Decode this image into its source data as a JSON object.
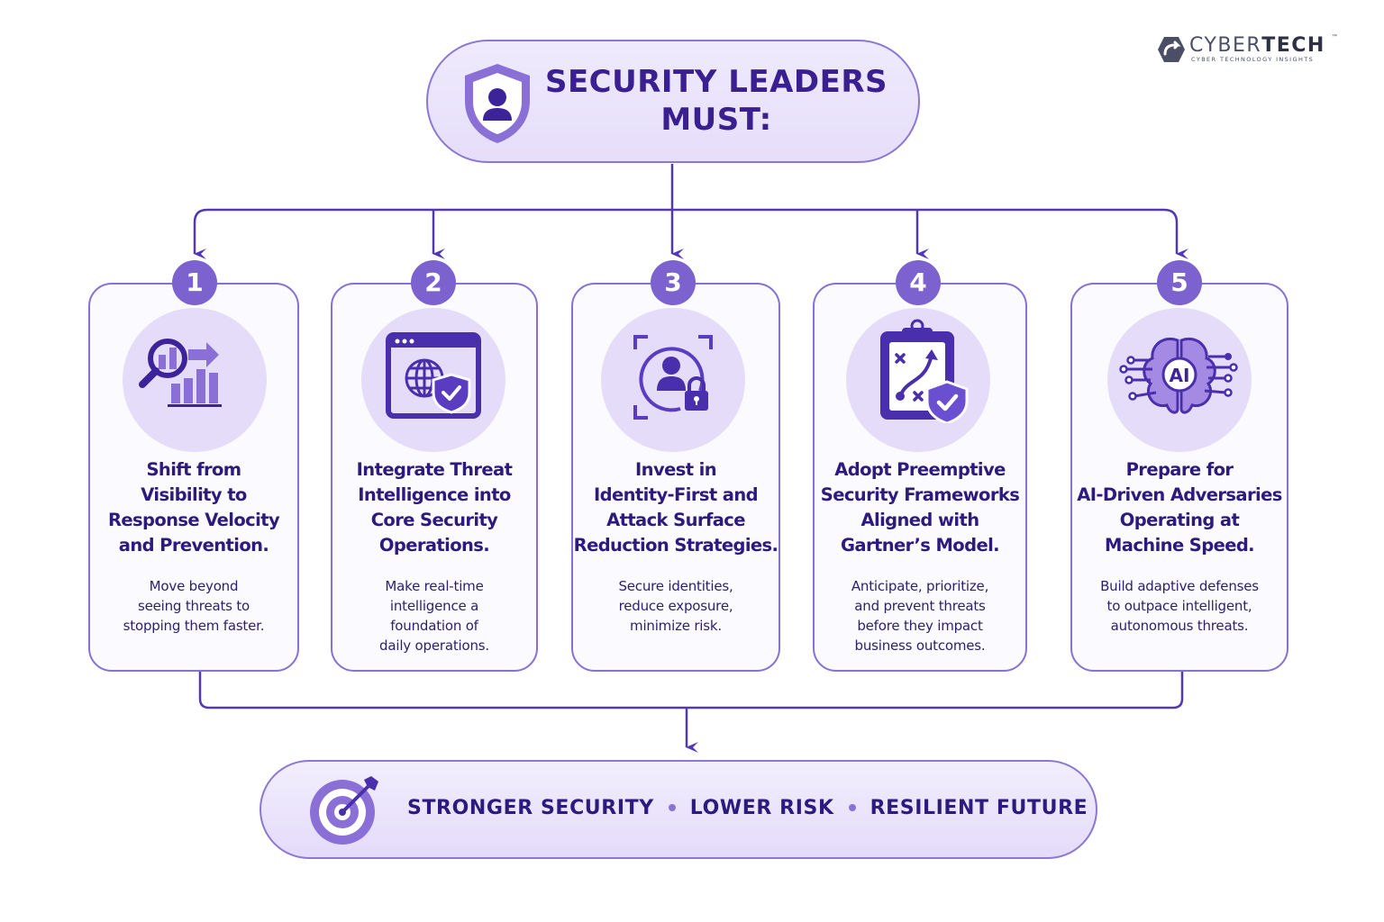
{
  "brand": {
    "name_light": "CYBER",
    "name_bold": "TECH",
    "trademark": "™",
    "tagline": "CYBER TECHNOLOGY INSIGHTS"
  },
  "header": {
    "title_line1": "SECURITY LEADERS",
    "title_line2": "MUST:",
    "icon": "shield-user-icon"
  },
  "colors": {
    "primary_dark": "#2d1a7e",
    "accent": "#7c62cf",
    "border": "#8671d4",
    "soft_fill": "#e4dcf8"
  },
  "cards": [
    {
      "number": "1",
      "icon": "magnifier-chart-arrow-icon",
      "title": [
        "Shift from",
        "Visibility to",
        "Response Velocity",
        "and Prevention."
      ],
      "description": [
        "Move beyond",
        "seeing threats to",
        "stopping them faster."
      ]
    },
    {
      "number": "2",
      "icon": "browser-globe-shield-icon",
      "title": [
        "Integrate Threat",
        "Intelligence into",
        "Core Security",
        "Operations."
      ],
      "description": [
        "Make real-time",
        "intelligence a",
        "foundation of",
        "daily operations."
      ]
    },
    {
      "number": "3",
      "icon": "identity-lock-icon",
      "title": [
        "Invest in",
        "Identity-First and",
        "Attack Surface",
        "Reduction Strategies."
      ],
      "description": [
        "Secure identities,",
        "reduce exposure,",
        "minimize risk."
      ]
    },
    {
      "number": "4",
      "icon": "clipboard-strategy-shield-icon",
      "title": [
        "Adopt Preemptive",
        "Security Frameworks",
        "Aligned with",
        "Gartner’s Model."
      ],
      "description": [
        "Anticipate, prioritize,",
        "and prevent threats",
        "before they impact",
        "business outcomes."
      ]
    },
    {
      "number": "5",
      "icon": "ai-brain-circuit-icon",
      "title": [
        "Prepare for",
        "AI-Driven Adversaries",
        "Operating at",
        "Machine Speed."
      ],
      "description": [
        "Build adaptive defenses",
        "to outpace intelligent,",
        "autonomous threats."
      ]
    }
  ],
  "footer": {
    "icon": "target-arrow-icon",
    "items": [
      "STRONGER SECURITY",
      "LOWER RISK",
      "RESILIENT FUTURE"
    ]
  }
}
